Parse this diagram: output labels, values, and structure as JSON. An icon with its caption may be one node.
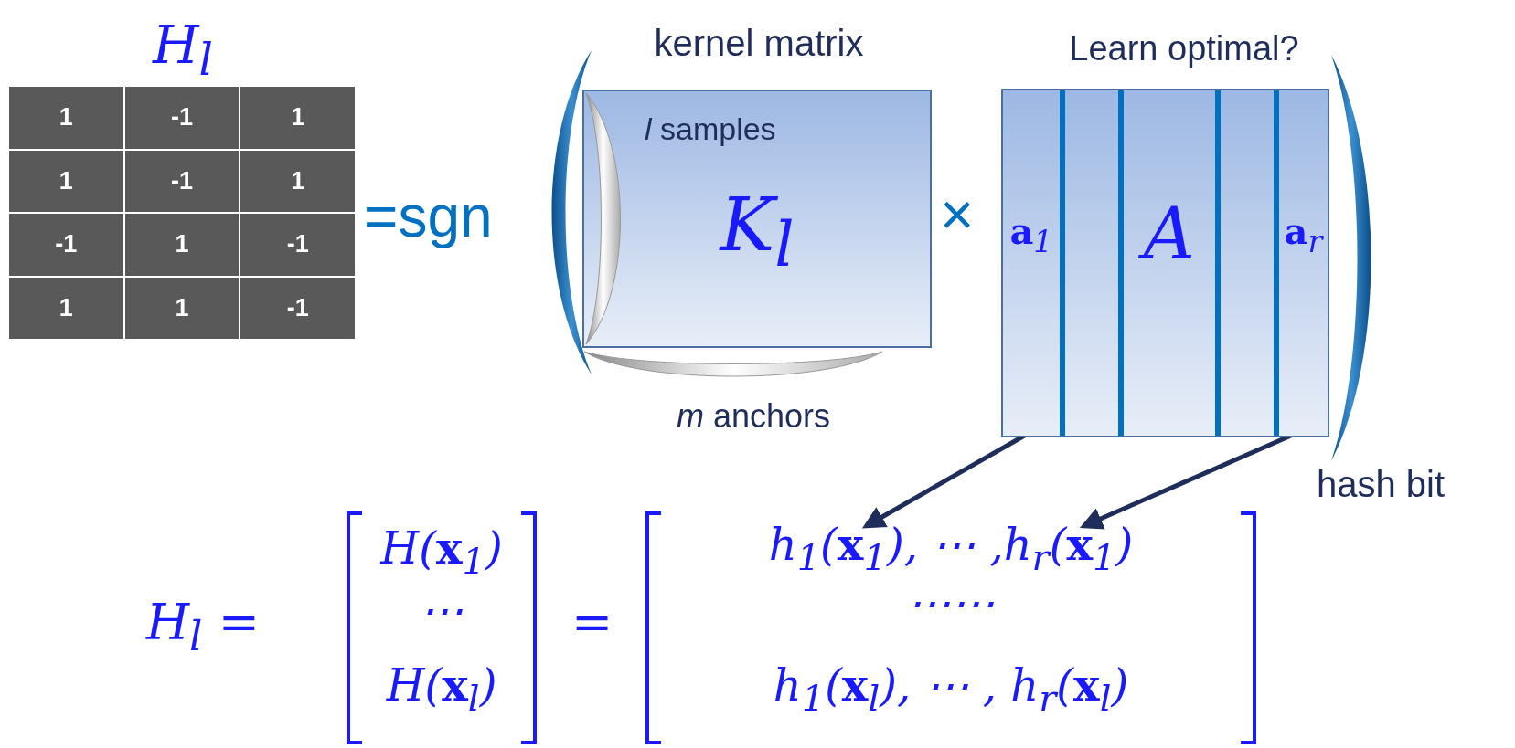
{
  "diagram": {
    "nodes": [
      {
        "text": [
          "*H*$_{l}$"
        ]
      },
      {
        "text": [
          "kernel matrix",
          "*l* samples",
          "*K*$_{l}$",
          "*m* anchors"
        ]
      },
      {
        "text": [
          "Learn optimal?"
        ]
      },
      {
        "text": [
          "**a**$_{1}$"
        ],
        "in": 2
      },
      {
        "text": [],
        "shape": "box",
        "in": 2
      },
      {
        "text": [
          "*A*"
        ],
        "in": 2
      },
      {
        "text": [],
        "shape": "box",
        "in": 2
      },
      {
        "text": [
          "**a**$_{r}$"
        ],
        "in": 2
      },
      {
        "text": [
          "*h*$_{1}$(**x**$_{1}$)"
        ]
      },
      {
        "text": [
          "*h*$_{r}$(**x**$_{1}$)"
        ]
      },
      {
        "text": [],
        "shape": "parenthesis"
      },
      {
        "text": [],
        "shape": "parenthesis"
      }
    ],
    "edges": [
      {
        "from": 3,
        "to": 8,
        "arrow": "to"
      },
      {
        "from": 7,
        "to": 9,
        "arrow": "to"
      }
    ],
    "labels": [
      "1",
      "-1",
      "1",
      "1",
      "-1",
      "1",
      "-1",
      "1",
      "-1",
      "1",
      "1",
      "-1",
      "=sgn",
      "×",
      "hash bit",
      "*H*$_{l}$ =",
      "*H*(**x**$_{1}$)",
      "⋯",
      "*H*(**x**$_{l}$)",
      "=",
      ", ⋯ ,",
      "⋯⋯",
      "*h*$_{1}$(**x**$_{l}$), ⋯ , *h*$_{r}$(**x**$_{l}$)"
    ]
  }
}
